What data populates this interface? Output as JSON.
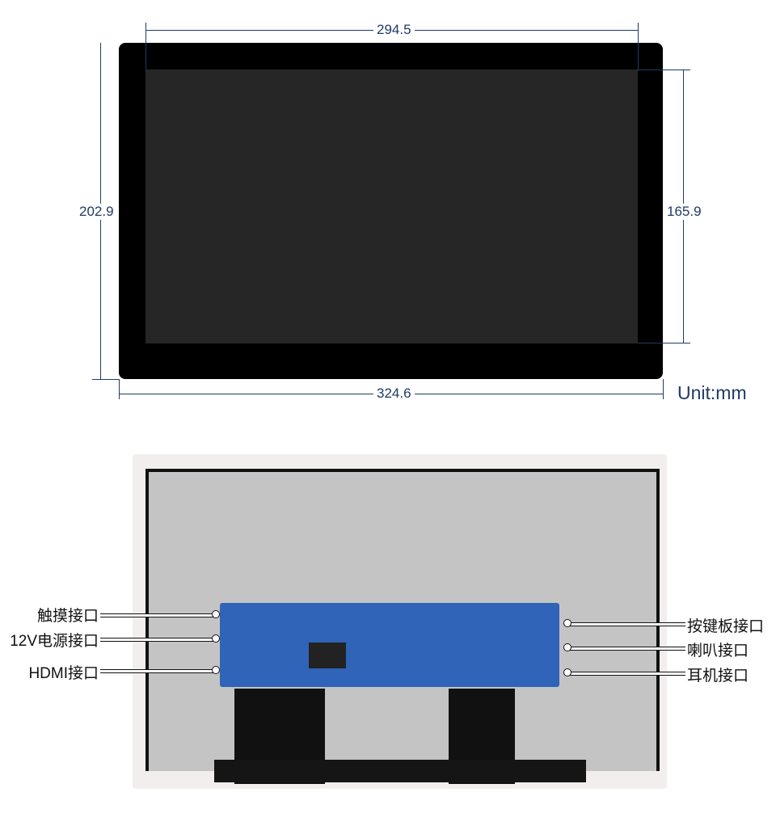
{
  "front_view": {
    "dim_top": "294.5",
    "dim_left": "202.9",
    "dim_right": "165.9",
    "dim_bottom": "324.6",
    "unit": "Unit:mm"
  },
  "back_view": {
    "left_labels": [
      "触摸接口",
      "12V电源接口",
      "HDMI接口"
    ],
    "right_labels": [
      "按键板接口",
      "喇叭接口",
      "耳机接口"
    ]
  },
  "colors": {
    "dimension": "#1f3a66",
    "pcb": "#2f64b8",
    "bezel": "#000000",
    "screen": "#262626"
  }
}
